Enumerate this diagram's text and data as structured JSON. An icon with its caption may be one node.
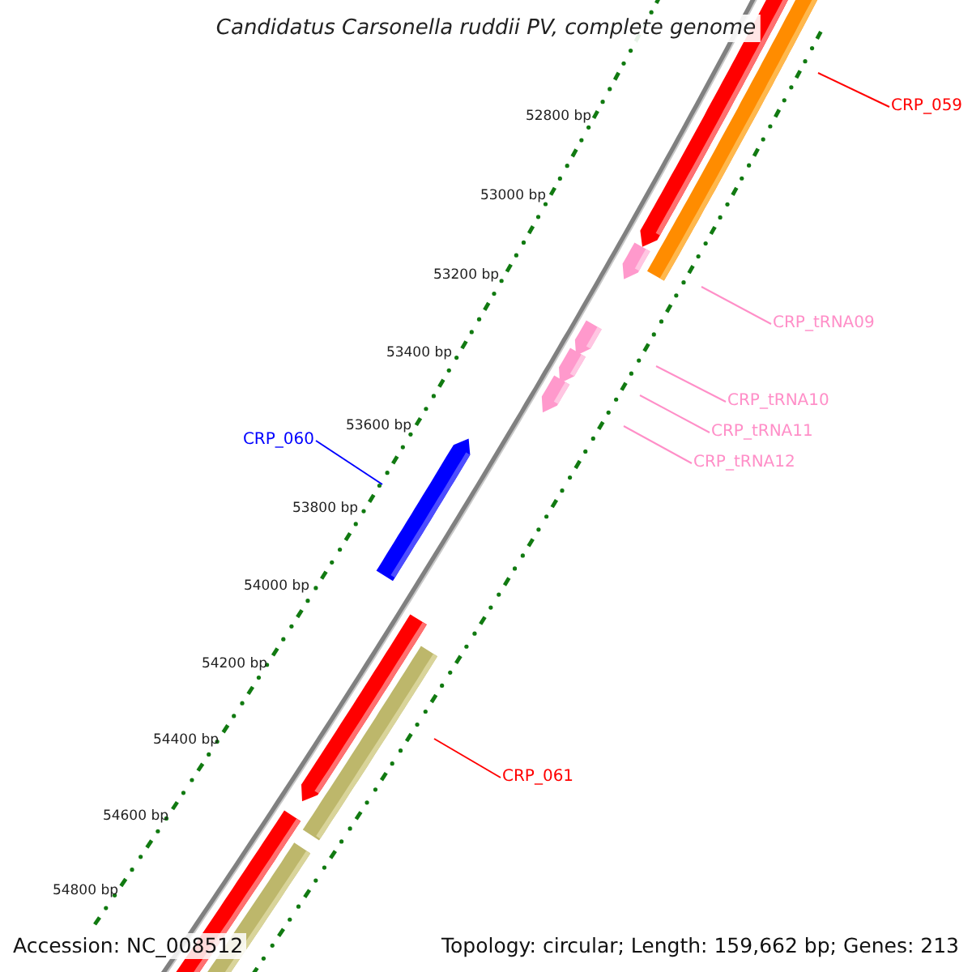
{
  "diagram": {
    "title": "Candidatus Carsonella ruddii PV, complete genome",
    "nodes": [
      {
        "text": [
          "CRP_059"
        ]
      },
      {
        "text": [
          "CRP_tRNA09"
        ]
      },
      {
        "text": [
          "CRP_tRNA10"
        ]
      },
      {
        "text": [
          "CRP_tRNA11"
        ]
      },
      {
        "text": [
          "CRP_060"
        ]
      },
      {
        "text": [
          "CRP_tRNA12"
        ]
      },
      {
        "text": [
          "CRP_061"
        ]
      }
    ],
    "edges": [
      {
        "from": 0,
        "to": null,
        "arrow": "none",
        "color": "#ff0000"
      },
      {
        "from": 1,
        "to": null,
        "arrow": "none"
      },
      {
        "from": 2,
        "to": null,
        "arrow": "none"
      },
      {
        "from": 3,
        "to": null,
        "arrow": "none"
      },
      {
        "from": 4,
        "to": null,
        "arrow": "none",
        "color": "#0000ff"
      },
      {
        "from": 5,
        "to": null,
        "arrow": "none"
      },
      {
        "from": 6,
        "to": null,
        "arrow": "none",
        "color": "#ff0000"
      }
    ],
    "labels": [
      "52800 bp",
      "53000 bp",
      "53200 bp",
      "53400 bp",
      "53600 bp",
      "53800 bp",
      "54000 bp",
      "54200 bp",
      "54400 bp",
      "54600 bp",
      "54800 bp",
      "Accession: NC_008512",
      "Topology: circular; Length: 159,662 bp; Genes: 213"
    ]
  }
}
